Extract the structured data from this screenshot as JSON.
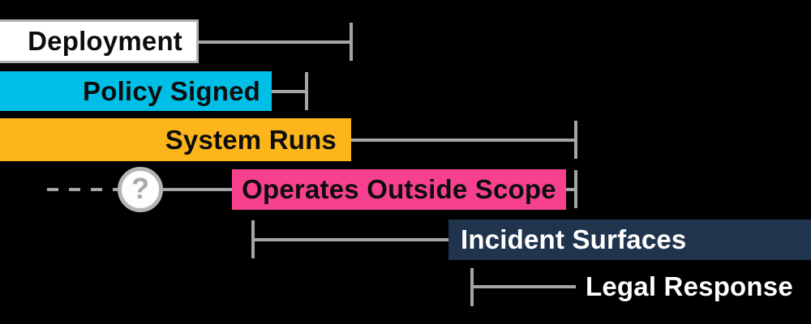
{
  "diagram": {
    "description": "Timeline-style bar diagram on black background showing overlapping phases from deployment to legal response",
    "background_color": "#000000",
    "connector_color": "#a5a5a8",
    "rows": [
      {
        "id": "deployment",
        "label": "Deployment",
        "fill": "#ffffff",
        "text_color": "#0d0d0d",
        "border_color": "#b3b3b6"
      },
      {
        "id": "policy-signed",
        "label": "Policy Signed",
        "fill": "#00bfe6",
        "text_color": "#0d0d0d"
      },
      {
        "id": "system-runs",
        "label": "System Runs",
        "fill": "#fcb61c",
        "text_color": "#0d0d0d"
      },
      {
        "id": "operates-outside-scope",
        "label": "Operates Outside Scope",
        "fill": "#f7418f",
        "text_color": "#0d0d0d"
      },
      {
        "id": "incident-surfaces",
        "label": "Incident Surfaces",
        "fill": "#21344e",
        "text_color": "#ffffff"
      },
      {
        "id": "legal-response",
        "label": "Legal Response",
        "fill": "none",
        "text_color": "#ffffff"
      }
    ],
    "uncertainty_marker": {
      "glyph": "?",
      "ring_color": "#b5b5b8",
      "glyph_color": "#a9a9ad"
    }
  }
}
